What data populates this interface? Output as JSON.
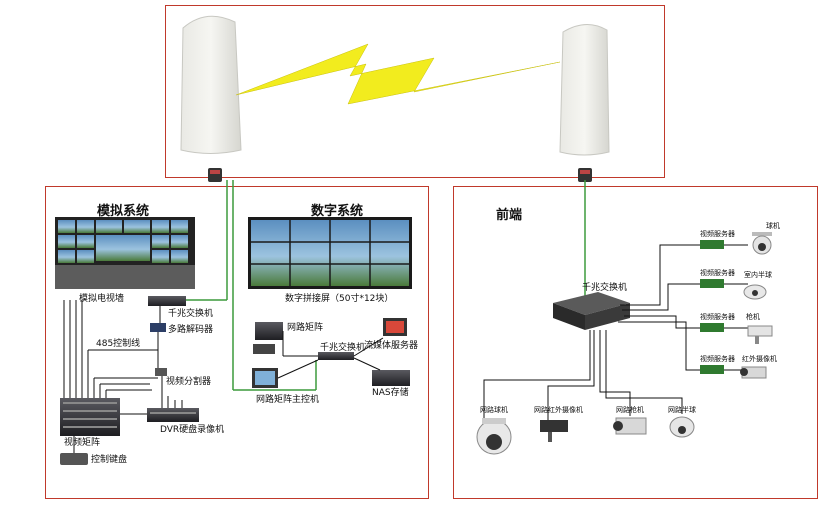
{
  "sections": {
    "analog": "模拟系统",
    "digital": "数字系统",
    "frontend": "前端"
  },
  "analog": {
    "video_wall": "模拟电视墙",
    "gigabit_switch": "千兆交换机",
    "multi_decoder": "多路解码器",
    "control_line": "485控制线",
    "video_splitter": "视频分割器",
    "dvr": "DVR硬盘录像机",
    "video_matrix": "视频矩阵",
    "keyboard": "控制键盘"
  },
  "digital": {
    "splice_screen": "数字拼接屏（50寸*12块）",
    "network_matrix": "网路矩阵",
    "gigabit_switch": "千兆交换机",
    "streaming_server": "流媒体服务器",
    "nas": "NAS存储",
    "matrix_host": "网路矩阵主控机"
  },
  "frontend": {
    "gigabit_switch": "千兆交换机",
    "video_server_1": "视频服务器",
    "video_server_2": "视频服务器",
    "video_server_3": "视频服务器",
    "video_server_4": "视频服务器",
    "dome": "球机",
    "indoor_half_dome": "室内半球",
    "bullet": "枪机",
    "ir_camera": "红外摄像机",
    "net_dome": "网路球机",
    "net_ir_camera": "网路红外摄像机",
    "net_bullet": "网路枪机",
    "net_half_dome": "网路半球"
  },
  "colors": {
    "border": "#c0392b",
    "link": "#3c9a3c",
    "lightning": "#f2ec1e"
  }
}
